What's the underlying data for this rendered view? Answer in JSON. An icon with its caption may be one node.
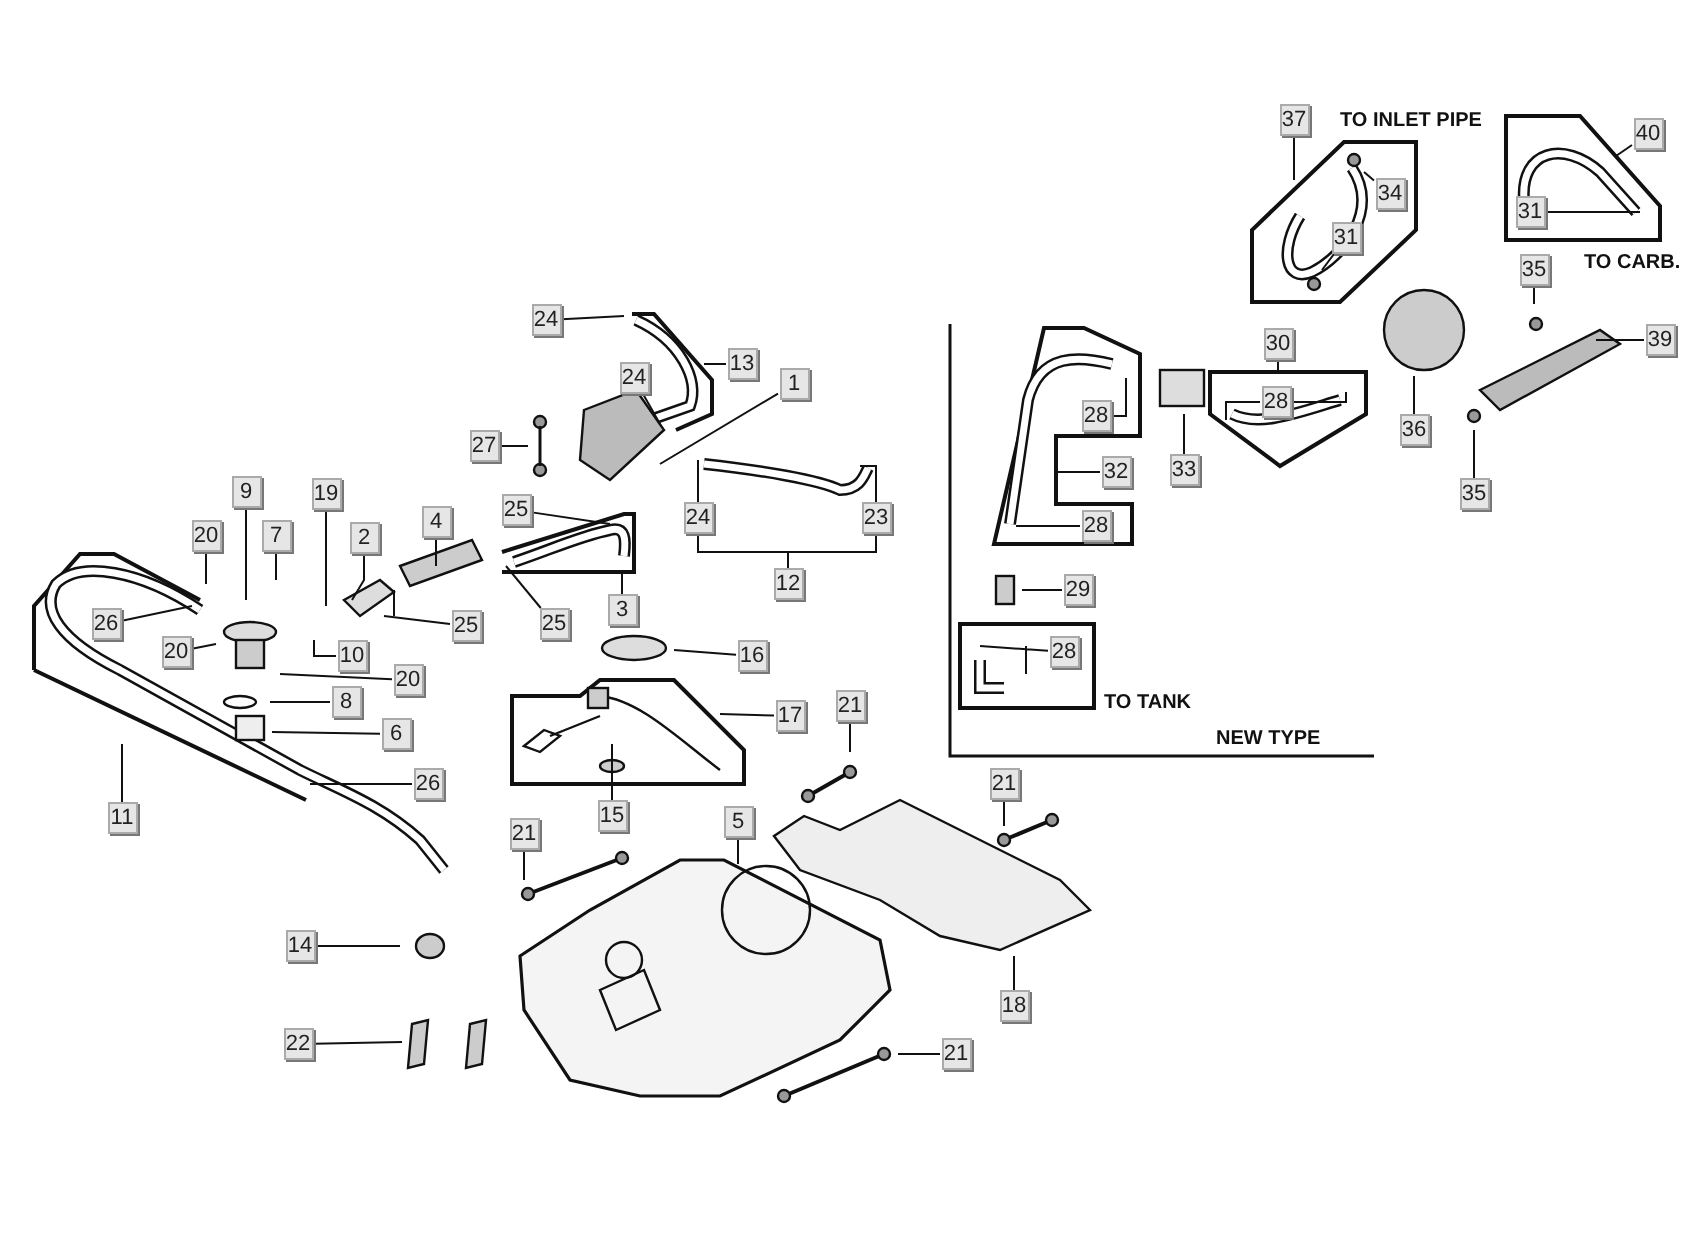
{
  "diagram": {
    "nodes": [
      {
        "text": [
          "37"
        ]
      },
      {
        "text": [
          "40"
        ]
      },
      {
        "text": [
          "34"
        ]
      },
      {
        "text": [
          "31"
        ]
      },
      {
        "text": [
          "31"
        ]
      },
      {
        "text": [
          "35"
        ]
      },
      {
        "text": [
          "24"
        ]
      },
      {
        "text": [
          "30"
        ]
      },
      {
        "text": [
          "39"
        ]
      },
      {
        "text": [
          "13"
        ]
      },
      {
        "text": [
          "24"
        ]
      },
      {
        "text": [
          "1"
        ]
      },
      {
        "text": [
          "28"
        ]
      },
      {
        "text": [
          "28"
        ]
      },
      {
        "text": [
          "33"
        ]
      },
      {
        "text": [
          "32"
        ]
      },
      {
        "text": [
          "36"
        ]
      },
      {
        "text": [
          "27"
        ]
      },
      {
        "text": [
          "35"
        ]
      },
      {
        "text": [
          "9"
        ]
      },
      {
        "text": [
          "19"
        ]
      },
      {
        "text": [
          "24"
        ]
      },
      {
        "text": [
          "23"
        ]
      },
      {
        "text": [
          "25"
        ]
      },
      {
        "text": [
          "4"
        ]
      },
      {
        "text": [
          "28"
        ]
      },
      {
        "text": [
          "20"
        ]
      },
      {
        "text": [
          "7"
        ]
      },
      {
        "text": [
          "2"
        ]
      },
      {
        "text": [
          "12"
        ]
      },
      {
        "text": [
          "29"
        ]
      },
      {
        "text": [
          "3"
        ]
      },
      {
        "text": [
          "26"
        ]
      },
      {
        "text": [
          "25"
        ]
      },
      {
        "text": [
          "25"
        ]
      },
      {
        "text": [
          "20"
        ]
      },
      {
        "text": [
          "28"
        ]
      },
      {
        "text": [
          "10"
        ]
      },
      {
        "text": [
          "16"
        ]
      },
      {
        "text": [
          "20"
        ]
      },
      {
        "text": [
          "8"
        ]
      },
      {
        "text": [
          "21"
        ]
      },
      {
        "text": [
          "17"
        ]
      },
      {
        "text": [
          "6"
        ]
      },
      {
        "text": [
          "21"
        ]
      },
      {
        "text": [
          "26"
        ]
      },
      {
        "text": [
          "15"
        ]
      },
      {
        "text": [
          "11"
        ]
      },
      {
        "text": [
          "5"
        ]
      },
      {
        "text": [
          "21"
        ]
      },
      {
        "text": [
          "14"
        ]
      },
      {
        "text": [
          "18"
        ]
      },
      {
        "text": [
          "22"
        ]
      },
      {
        "text": [
          "21"
        ]
      }
    ],
    "edges": [
      {
        "from": 0,
        "to": null,
        "arrow": "none"
      },
      {
        "from": 1,
        "to": null,
        "arrow": "none"
      },
      {
        "from": 2,
        "to": null,
        "arrow": "none"
      },
      {
        "from": 3,
        "to": null,
        "arrow": "none"
      },
      {
        "from": 4,
        "to": null,
        "arrow": "none"
      },
      {
        "from": 5,
        "to": null,
        "arrow": "none"
      },
      {
        "from": 6,
        "to": null,
        "arrow": "none"
      },
      {
        "from": 7,
        "to": null,
        "arrow": "none"
      },
      {
        "from": 8,
        "to": null,
        "arrow": "none"
      },
      {
        "from": 9,
        "to": null,
        "arrow": "none"
      },
      {
        "from": 10,
        "to": null,
        "arrow": "none"
      },
      {
        "from": 11,
        "to": null,
        "arrow": "none"
      },
      {
        "from": 12,
        "to": null,
        "arrow": "none"
      },
      {
        "from": 13,
        "to": null,
        "arrow": "none"
      },
      {
        "from": 14,
        "to": null,
        "arrow": "none"
      },
      {
        "from": 15,
        "to": null,
        "arrow": "none"
      },
      {
        "from": 16,
        "to": null,
        "arrow": "none"
      },
      {
        "from": 17,
        "to": null,
        "arrow": "none"
      },
      {
        "from": 18,
        "to": null,
        "arrow": "none"
      },
      {
        "from": 19,
        "to": null,
        "arrow": "none"
      },
      {
        "from": 20,
        "to": null,
        "arrow": "none"
      },
      {
        "from": 21,
        "to": null,
        "arrow": "none"
      },
      {
        "from": 22,
        "to": null,
        "arrow": "none"
      },
      {
        "from": 23,
        "to": null,
        "arrow": "none"
      },
      {
        "from": 24,
        "to": null,
        "arrow": "none"
      },
      {
        "from": 25,
        "to": null,
        "arrow": "none"
      },
      {
        "from": 26,
        "to": null,
        "arrow": "none"
      },
      {
        "from": 27,
        "to": null,
        "arrow": "none"
      },
      {
        "from": 28,
        "to": null,
        "arrow": "none"
      },
      {
        "from": 29,
        "to": 21,
        "arrow": "none"
      },
      {
        "from": 29,
        "to": 22,
        "arrow": "none"
      },
      {
        "from": 30,
        "to": null,
        "arrow": "none"
      },
      {
        "from": 31,
        "to": null,
        "arrow": "none"
      },
      {
        "from": 32,
        "to": null,
        "arrow": "none"
      },
      {
        "from": 33,
        "to": null,
        "arrow": "none"
      },
      {
        "from": 34,
        "to": null,
        "arrow": "none"
      },
      {
        "from": 35,
        "to": null,
        "arrow": "none"
      },
      {
        "from": 36,
        "to": null,
        "arrow": "none"
      },
      {
        "from": 37,
        "to": null,
        "arrow": "none"
      },
      {
        "from": 38,
        "to": null,
        "arrow": "none"
      },
      {
        "from": 39,
        "to": null,
        "arrow": "none"
      },
      {
        "from": 40,
        "to": null,
        "arrow": "none"
      },
      {
        "from": 41,
        "to": null,
        "arrow": "none"
      },
      {
        "from": 42,
        "to": null,
        "arrow": "none"
      },
      {
        "from": 43,
        "to": null,
        "arrow": "none"
      },
      {
        "from": 44,
        "to": null,
        "arrow": "none"
      },
      {
        "from": 45,
        "to": null,
        "arrow": "none"
      },
      {
        "from": 46,
        "to": null,
        "arrow": "none"
      },
      {
        "from": 47,
        "to": null,
        "arrow": "none"
      },
      {
        "from": 48,
        "to": null,
        "arrow": "none"
      },
      {
        "from": 49,
        "to": null,
        "arrow": "none"
      },
      {
        "from": 50,
        "to": null,
        "arrow": "none"
      },
      {
        "from": 51,
        "to": null,
        "arrow": "none"
      },
      {
        "from": 52,
        "to": null,
        "arrow": "none"
      },
      {
        "from": 53,
        "to": null,
        "arrow": "none"
      }
    ],
    "labels": [
      "TO INLET PIPE",
      "TO CARB.",
      "TO TANK",
      "NEW TYPE"
    ]
  }
}
